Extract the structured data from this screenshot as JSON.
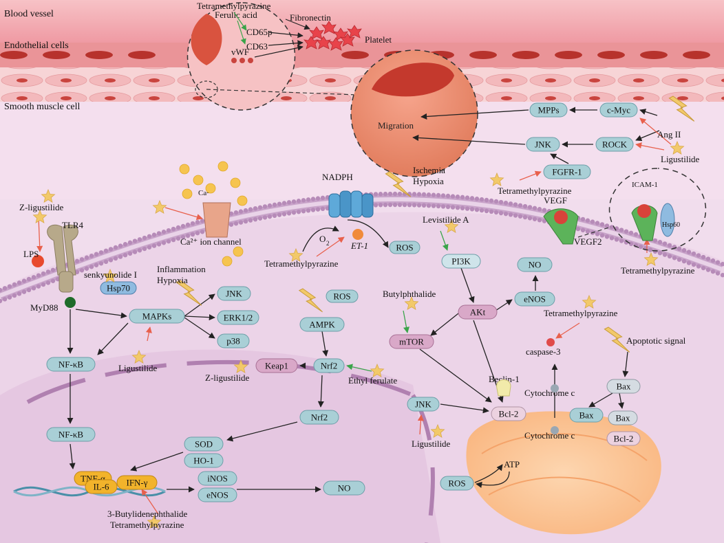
{
  "regions": {
    "blood_vessel": "Blood vessel",
    "endothelial_cells": "Endothelial cells",
    "smooth_muscle_cell": "Smooth muscle cell"
  },
  "colors": {
    "vessel_pink": "#f2a6ad",
    "endothelium_red": "#e07a7e",
    "cytoplasm": "#f3e3ef",
    "nucleus": "#e6c9e2",
    "mitochondria": "#fbc59a",
    "node_fill": "#a9cfd6",
    "node_stroke": "#6c9ea8",
    "star": "#f2c96a",
    "membrane_head": "#c8a3c9",
    "arrow_red": "#e8604c",
    "arrow_green": "#3aa44a"
  },
  "vessel_top": {
    "tetramethylpyrazine": "Tetramethylpyrazine",
    "ferulic_acid": "Ferulic acid",
    "fibronectin": "Fibronectin",
    "cd65p": "CD65p",
    "cd63": "CD63",
    "vwf": "vWF",
    "platelet": "Platelet"
  },
  "migration": {
    "label": "Migration",
    "mpps": "MPPs",
    "c_myc": "c-Myc",
    "ang2": "Ang II",
    "jnk": "JNK",
    "rock": "ROCK",
    "ligustilide": "Ligustilide",
    "fgfr1": "FGFR-1",
    "tetramethylpyrazine": "Tetramethylpyrazine"
  },
  "membrane": {
    "z_ligustilide": "Z-ligustilide",
    "tlr4": "TLR4",
    "lps": "LPS",
    "senkyunolide": "senkyunolide I",
    "hsp70": "Hsp70",
    "myd88": "MyD88",
    "ca2": "Ca²⁺",
    "ca_channel": "Ca²⁺ ion channel",
    "nadph": "NADPH",
    "ischemia": "Ischemia",
    "hypoxia": "Hypoxia",
    "o2": "O",
    "o2_sub": "2",
    "et1": "ET-1",
    "ros": "ROS",
    "tetramethylpyrazine": "Tetramethylpyrazine",
    "levistilide": "Levistilide A",
    "vegf": "VEGF",
    "vegf2": "VEGF2",
    "icam1": "ICAM-1",
    "hsp60": "Hsp60",
    "tetramethylpyrazine2": "Tetramethylpyrazine"
  },
  "cytoplasm": {
    "inflammation": "Inflammation",
    "hypoxia": "Hypoxia",
    "mapks": "MAPKs",
    "jnk": "JNK",
    "erk": "ERK1/2",
    "p38": "p38",
    "ligustilide": "Ligustilide",
    "nfkb": "NF-κB",
    "ros": "ROS",
    "ampk": "AMPK",
    "nrf2": "Nrf2",
    "keap1": "Keap1",
    "z_ligustilide": "Z-ligustilide",
    "ethyl_ferulate": "Ethyl ferulate",
    "pi3k": "PI3K",
    "akt": "AKt",
    "enos": "eNOS",
    "no": "NO",
    "mtor": "mTOR",
    "butylphthalide": "Butylphthalide",
    "tetramethylpyrazine": "Tetramethylpyrazine",
    "caspase3": "caspase-3",
    "apoptotic": "Apoptotic signal",
    "beclin": "Beclin-1",
    "cytochrome_c": "Cytochrome c",
    "bax": "Bax",
    "bax2": "Bax",
    "bax3": "Bax",
    "bcl2": "Bcl-2",
    "bcl2b": "Bcl-2",
    "jnk2": "JNK",
    "ligustilide2": "Ligustilide",
    "cytochrome_c2": "Cytochrome c"
  },
  "nucleus": {
    "nfkb": "NF-κB",
    "nrf2": "Nrf2",
    "sod": "SOD",
    "ho1": "HO-1",
    "tnfa": "TNF-α",
    "il6": "IL-6",
    "ifng": "IFN-γ",
    "inos": "iNOS",
    "enos": "eNOS",
    "no": "NO",
    "butylidene": "3-Butylidenephthalide",
    "tetramethylpyrazine": "Tetramethylpyrazine"
  },
  "mito": {
    "ros": "ROS",
    "atp": "ATP"
  }
}
